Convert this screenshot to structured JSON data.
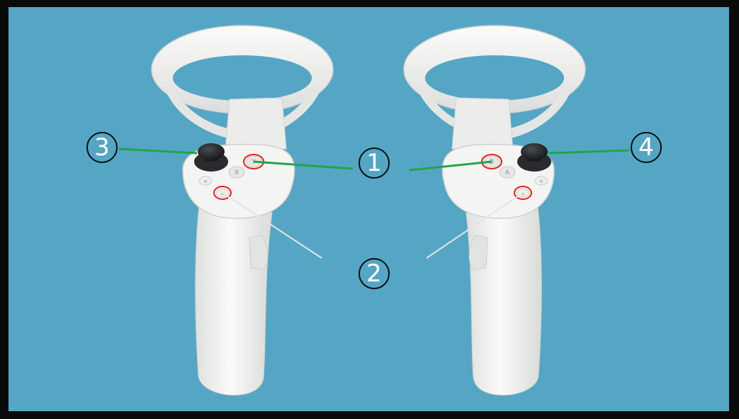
{
  "colors": {
    "background": "#55a6c5",
    "frame": "#0a0a0a",
    "controller_body": "#f0f1ee",
    "controller_shade": "#d6d8d6",
    "thumbstick": "#1e1f22",
    "highlight_ring": "#e0221d",
    "leader_green": "#1fa64a",
    "leader_gray": "#e4e4e4",
    "callout_fill": "#55a6c5",
    "callout_stroke": "#0d0d0d"
  },
  "controllers": [
    {
      "side": "left",
      "buttons": [
        {
          "name": "Y",
          "glyph": "Y",
          "highlighted": true
        },
        {
          "name": "X",
          "glyph": "X",
          "highlighted": false
        },
        {
          "name": "menu",
          "glyph": "≡",
          "highlighted": false
        },
        {
          "name": "home",
          "glyph": "⌂",
          "highlighted": true
        }
      ]
    },
    {
      "side": "right",
      "buttons": [
        {
          "name": "B",
          "glyph": "B",
          "highlighted": true
        },
        {
          "name": "A",
          "glyph": "A",
          "highlighted": false
        },
        {
          "name": "menu",
          "glyph": "≡",
          "highlighted": false
        },
        {
          "name": "home",
          "glyph": "⌂",
          "highlighted": true
        }
      ]
    }
  ],
  "callouts": [
    {
      "id": "1",
      "label": "1"
    },
    {
      "id": "2",
      "label": "2"
    },
    {
      "id": "3",
      "label": "3"
    },
    {
      "id": "4",
      "label": "4"
    }
  ]
}
